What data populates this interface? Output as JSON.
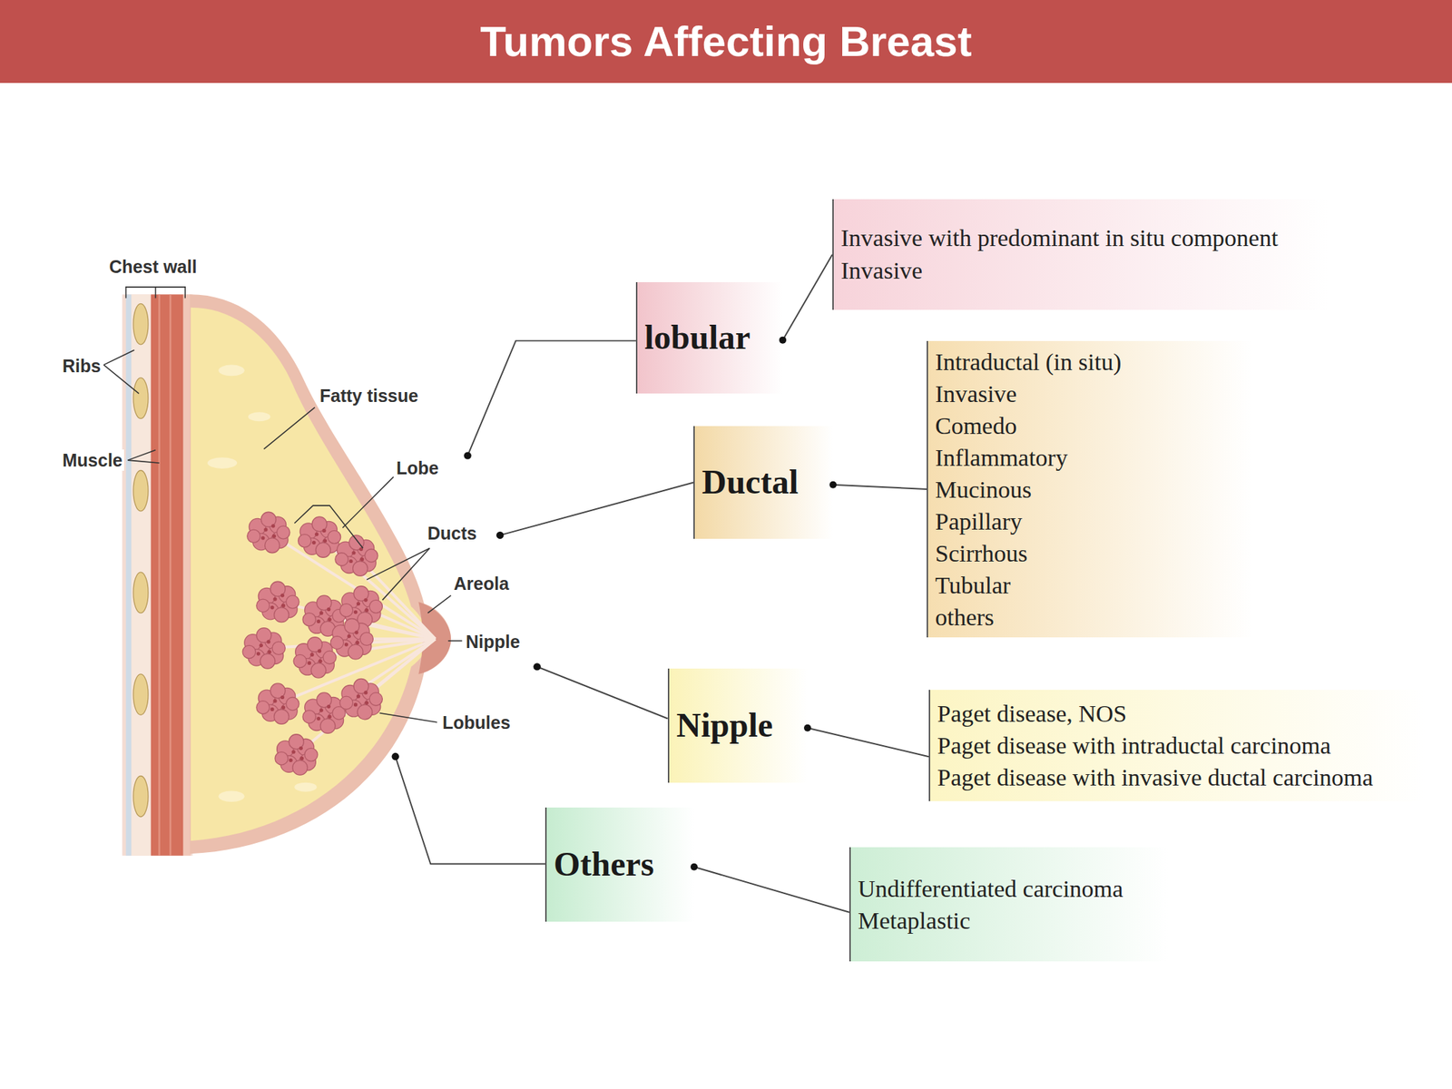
{
  "diagram": {
    "title": "Tumors Affecting Breast",
    "nodes": [
      {
        "text": [
          "lobular"
        ]
      },
      {
        "text": [
          "Invasive with predominant in situ component",
          "Invasive"
        ]
      },
      {
        "text": [
          "Ductal"
        ]
      },
      {
        "text": [
          "Intraductal (in situ)",
          "Invasive",
          "Comedo",
          "Inflammatory",
          "Mucinous",
          "Papillary",
          "Scirrhous",
          "Tubular",
          "others"
        ]
      },
      {
        "text": [
          "Nipple"
        ]
      },
      {
        "text": [
          "Paget disease, NOS",
          "Paget disease with intraductal carcinoma",
          "Paget disease with invasive ductal carcinoma"
        ]
      },
      {
        "text": [
          "Others"
        ]
      },
      {
        "text": [
          "Undifferentiated carcinoma",
          "Metaplastic"
        ]
      }
    ],
    "edges": [
      {
        "from": 0,
        "to": 1,
        "arrow": "none"
      },
      {
        "from": 2,
        "to": 3,
        "arrow": "none"
      },
      {
        "from": 4,
        "to": 5,
        "arrow": "none"
      },
      {
        "from": 6,
        "to": 7,
        "arrow": "none"
      }
    ],
    "labels": [
      "Chest wall",
      "Ribs",
      "Muscle",
      "Fatty tissue",
      "Lobe",
      "Ducts",
      "Areola",
      "Nipple",
      "Lobules"
    ]
  }
}
